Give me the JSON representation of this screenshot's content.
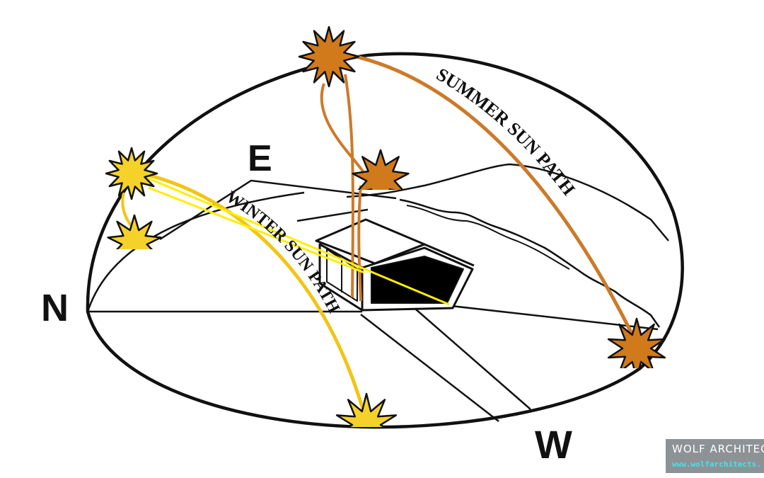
{
  "directions": {
    "east": "E",
    "north": "N",
    "west": "W"
  },
  "paths": {
    "summer": {
      "label": "SUMMER SUN PATH",
      "color": "#cc7a2a"
    },
    "winter": {
      "label": "WINTER SUN PATH",
      "color": "#f2c514"
    }
  },
  "sun_colors": {
    "summer": "#d07a1c",
    "winter": "#f5d22a",
    "ray": "#ffee00"
  },
  "watermark": {
    "name": "WOLF ARCHITEC",
    "url": "www.wolfarchitects."
  }
}
